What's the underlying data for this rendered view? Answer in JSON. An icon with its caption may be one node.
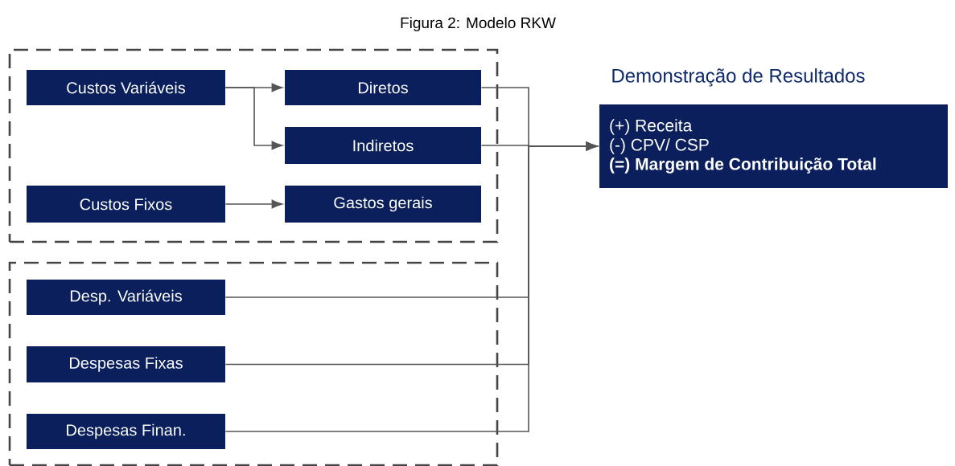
{
  "diagram": {
    "title": "Figura 2: Modelo RKW",
    "nodes": [
      {
        "text": [],
        "shape": "box"
      },
      {
        "text": [
          "Custos Variáveis"
        ],
        "in": 0
      },
      {
        "text": [
          "Diretos"
        ],
        "in": 0
      },
      {
        "text": [
          "Indiretos"
        ],
        "in": 0
      },
      {
        "text": [
          "Custos Fixos"
        ],
        "in": 0
      },
      {
        "text": [
          "Gastos gerais"
        ],
        "in": 0
      },
      {
        "text": [],
        "shape": "box"
      },
      {
        "text": [
          "Desp. Variáveis"
        ],
        "in": 6
      },
      {
        "text": [
          "Despesas Fixas"
        ],
        "in": 6
      },
      {
        "text": [
          "Despesas Finan."
        ],
        "in": 6
      },
      {
        "text": [
          "Demonstração de Resultados",
          "(+) Receita",
          "(-) CPV/ CSP",
          "(=) Margem de Contribuição Total"
        ]
      }
    ],
    "edges": [
      {
        "from": 1,
        "to": 2,
        "arrow": "to"
      },
      {
        "from": 1,
        "to": 3,
        "arrow": "to"
      },
      {
        "from": 4,
        "to": 5,
        "arrow": "to"
      },
      {
        "from": 2,
        "to": 10,
        "arrow": "to"
      },
      {
        "from": 3,
        "to": 10,
        "arrow": "to"
      },
      {
        "from": 7,
        "to": 10,
        "arrow": "to"
      },
      {
        "from": 8,
        "to": 10,
        "arrow": "to"
      },
      {
        "from": 9,
        "to": 10,
        "arrow": "to"
      }
    ]
  }
}
